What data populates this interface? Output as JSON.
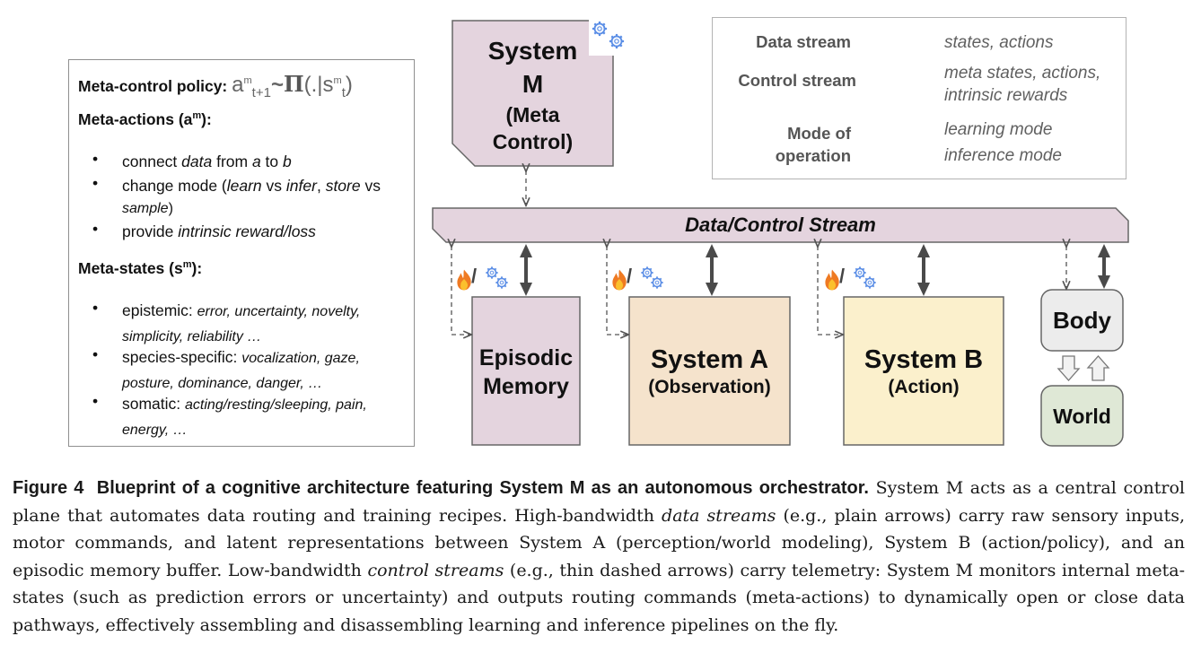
{
  "meta_panel": {
    "policy_label": "Meta-control policy:",
    "policy_formula": {
      "a": "a",
      "a_sup": "m",
      "a_sub": "t+1",
      "tilde": "~",
      "pi": "Π",
      "open": "(.|s",
      "s_sup": "m",
      "s_sub": "t",
      "close": ")"
    },
    "actions_heading": "Meta-actions (a",
    "actions_heading_sup": "m",
    "actions_heading_end": "):",
    "actions": [
      {
        "parts": [
          {
            "t": "connect ",
            "i": false
          },
          {
            "t": "data",
            "i": true
          },
          {
            "t": " from ",
            "i": false
          },
          {
            "t": "a",
            "i": true
          },
          {
            "t": " to ",
            "i": false
          },
          {
            "t": "b",
            "i": true
          }
        ]
      },
      {
        "parts": [
          {
            "t": "change mode (",
            "i": false
          },
          {
            "t": "learn",
            "i": true
          },
          {
            "t": " vs ",
            "i": false
          },
          {
            "t": "infer",
            "i": true
          },
          {
            "t": ",  ",
            "i": false
          },
          {
            "t": "store",
            "i": true
          },
          {
            "t": " vs",
            "i": false
          }
        ],
        "line2": [
          {
            "t": "sample",
            "i": true
          },
          {
            "t": ")",
            "i": false
          }
        ]
      },
      {
        "parts": [
          {
            "t": "provide ",
            "i": false
          },
          {
            "t": "intrinsic reward/loss",
            "i": true
          }
        ]
      }
    ],
    "states_heading": "Meta-states (s",
    "states_heading_sup": "m",
    "states_heading_end": "):",
    "states": [
      {
        "label": "epistemic: ",
        "line1": "error, uncertainty, novelty,",
        "line2": "simplicity, reliability …"
      },
      {
        "label": "species-specific: ",
        "line1": "vocalization, gaze,",
        "line2": "posture, dominance, danger, …"
      },
      {
        "label": "somatic: ",
        "line1": "acting/resting/sleeping, pain,",
        "line2": "energy, …"
      }
    ],
    "bullet": "•"
  },
  "system_m": {
    "line1": "System",
    "line2": "M",
    "line3": "(Meta",
    "line4": "Control)",
    "icon": "gears-icon"
  },
  "legend": {
    "rows": [
      {
        "label": "Data stream",
        "desc": "states, actions",
        "symbol": "thick-double-arrow"
      },
      {
        "label": "Control stream",
        "desc_line1": "meta states, actions,",
        "desc_line2": "intrinsic rewards",
        "symbol": "dashed-double-arrow"
      },
      {
        "label_line1": "Mode of",
        "label_line2": "operation",
        "learning_desc": "learning mode",
        "inference_desc": "inference mode",
        "learning_icon": "flame-icon",
        "inference_icon": "gears-icon"
      }
    ]
  },
  "bus": {
    "label": "Data/Control Stream"
  },
  "blocks": {
    "episodic": {
      "line1": "Episodic",
      "line2": "Memory"
    },
    "system_a": {
      "line1": "System A",
      "line2": "(Observation)"
    },
    "system_b": {
      "line1": "System B",
      "line2": "(Action)"
    },
    "body": {
      "label": "Body"
    },
    "world": {
      "label": "World"
    }
  },
  "mode_separator": "/",
  "colors": {
    "system_m_fill": "#e4d4de",
    "bus_fill": "#e4d4de",
    "episodic_fill": "#e4d4de",
    "system_a_fill": "#f5e3cc",
    "system_b_fill": "#fbf0cc",
    "body_fill": "#ececec",
    "world_fill": "#dfe8d6",
    "arrow_dark": "#4a4a4a",
    "gear_blue": "#5b8ee6",
    "flame_orange": "#f08a24"
  },
  "caption": {
    "fig_label": "Figure 4",
    "fig_title": "Blueprint of a cognitive architecture featuring System M as an autonomous orchestrator.",
    "s1": " System M acts as a central control plane that automates data routing and training recipes. High-bandwidth ",
    "i1": "data streams",
    "s2": " (e.g., plain arrows) carry raw sensory inputs, motor commands, and latent representations between System A (perception/world modeling), System B (action/policy), and an episodic memory buffer. Low-bandwidth ",
    "i2": "control streams",
    "s3": " (e.g., thin dashed arrows) carry telemetry: System M monitors internal meta-states (such as prediction errors or uncertainty) and outputs routing commands (meta-actions) to dynamically open or close data pathways, effectively assembling and disassembling learning and inference pipelines on the fly."
  }
}
